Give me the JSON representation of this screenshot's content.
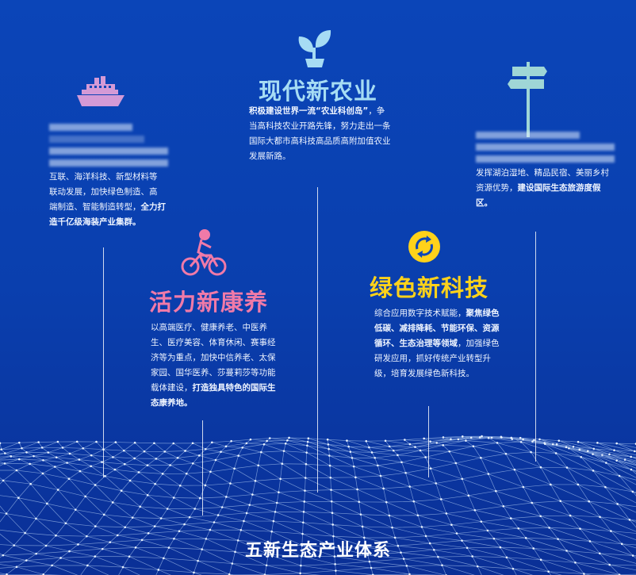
{
  "colors": {
    "agri": "#a6dcf4",
    "health": "#f07aa8",
    "green": "#ffd21a",
    "ship": "#d49ad6",
    "sign": "#9fd6d6"
  },
  "ocean": {
    "icon": "ship-icon",
    "lines": [
      "互联、海洋科技、新型材料等",
      "联动发展，加快绿色制造、高",
      "端制造、智能制造转型，"
    ],
    "bold": "全力打造千亿级海装产业集群。"
  },
  "agri": {
    "icon": "sprout-icon",
    "title": "现代新农业",
    "bold": "积极建设世界一流“农业科创岛”",
    "text": "，争当高科技农业开路先锋，努力走出一条国际大都市高科技高品质高附加值农业发展新路。"
  },
  "tourism": {
    "icon": "signpost-icon",
    "text": "发挥湖泊湿地、精品民宿、美丽乡村资源优势，",
    "bold": "建设国际生态旅游度假区。"
  },
  "health": {
    "icon": "cyclist-icon",
    "title": "活力新康养",
    "text": "以高端医疗、健康养老、中医养生、医疗美容、体育休闲、赛事经济等为重点，加快中信养老、太保家园、国华医养、莎蔓莉莎等功能载体建设，",
    "bold": "打造独具特色的国际生态康养地。"
  },
  "tech": {
    "icon": "recycle-icon",
    "title": "绿色新科技",
    "text1": "综合应用数字技术赋能，",
    "bold": "聚焦绿色低碳、减排降耗、节能环保、资源循环、生态治理等领域",
    "text2": "，加强绿色研发应用，抓好传统产业转型升级，培育发展绿色新科技。"
  },
  "footer": {
    "title": "五新生态产业体系"
  }
}
